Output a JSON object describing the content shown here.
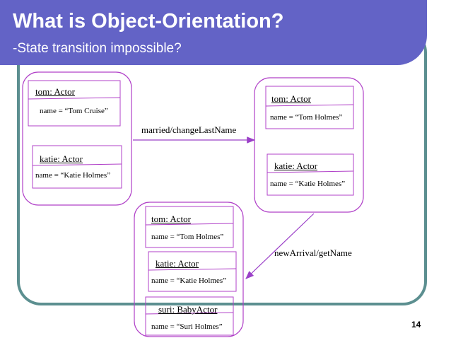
{
  "slide": {
    "title": "What is Object-Orientation?",
    "subtitle": "-State transition impossible?",
    "page_number": "14"
  },
  "states": {
    "state1": {
      "tom": {
        "title": "tom: Actor",
        "attr": "name = “Tom Cruise”"
      },
      "katie": {
        "title": "katie: Actor",
        "attr": "name = “Katie Holmes”"
      }
    },
    "state2": {
      "tom": {
        "title": "tom: Actor",
        "attr": "name = “Tom Holmes”"
      },
      "katie": {
        "title": "katie: Actor",
        "attr": "name = “Katie Holmes”"
      }
    },
    "state3": {
      "tom": {
        "title": "tom: Actor",
        "attr": "name = “Tom Holmes”"
      },
      "katie": {
        "title": "katie: Actor",
        "attr": "name = “Katie Holmes”"
      },
      "suri": {
        "title": "suri: BabyActor",
        "attr": "name = “Suri Holmes”"
      }
    }
  },
  "transitions": {
    "married": "married/changeLastName",
    "newArrival": "newArrival/getName"
  },
  "colors": {
    "header": "#6363c6",
    "frame": "#5c8f90",
    "state_outline": "#b040c8",
    "arrow": "#9b40c8"
  }
}
